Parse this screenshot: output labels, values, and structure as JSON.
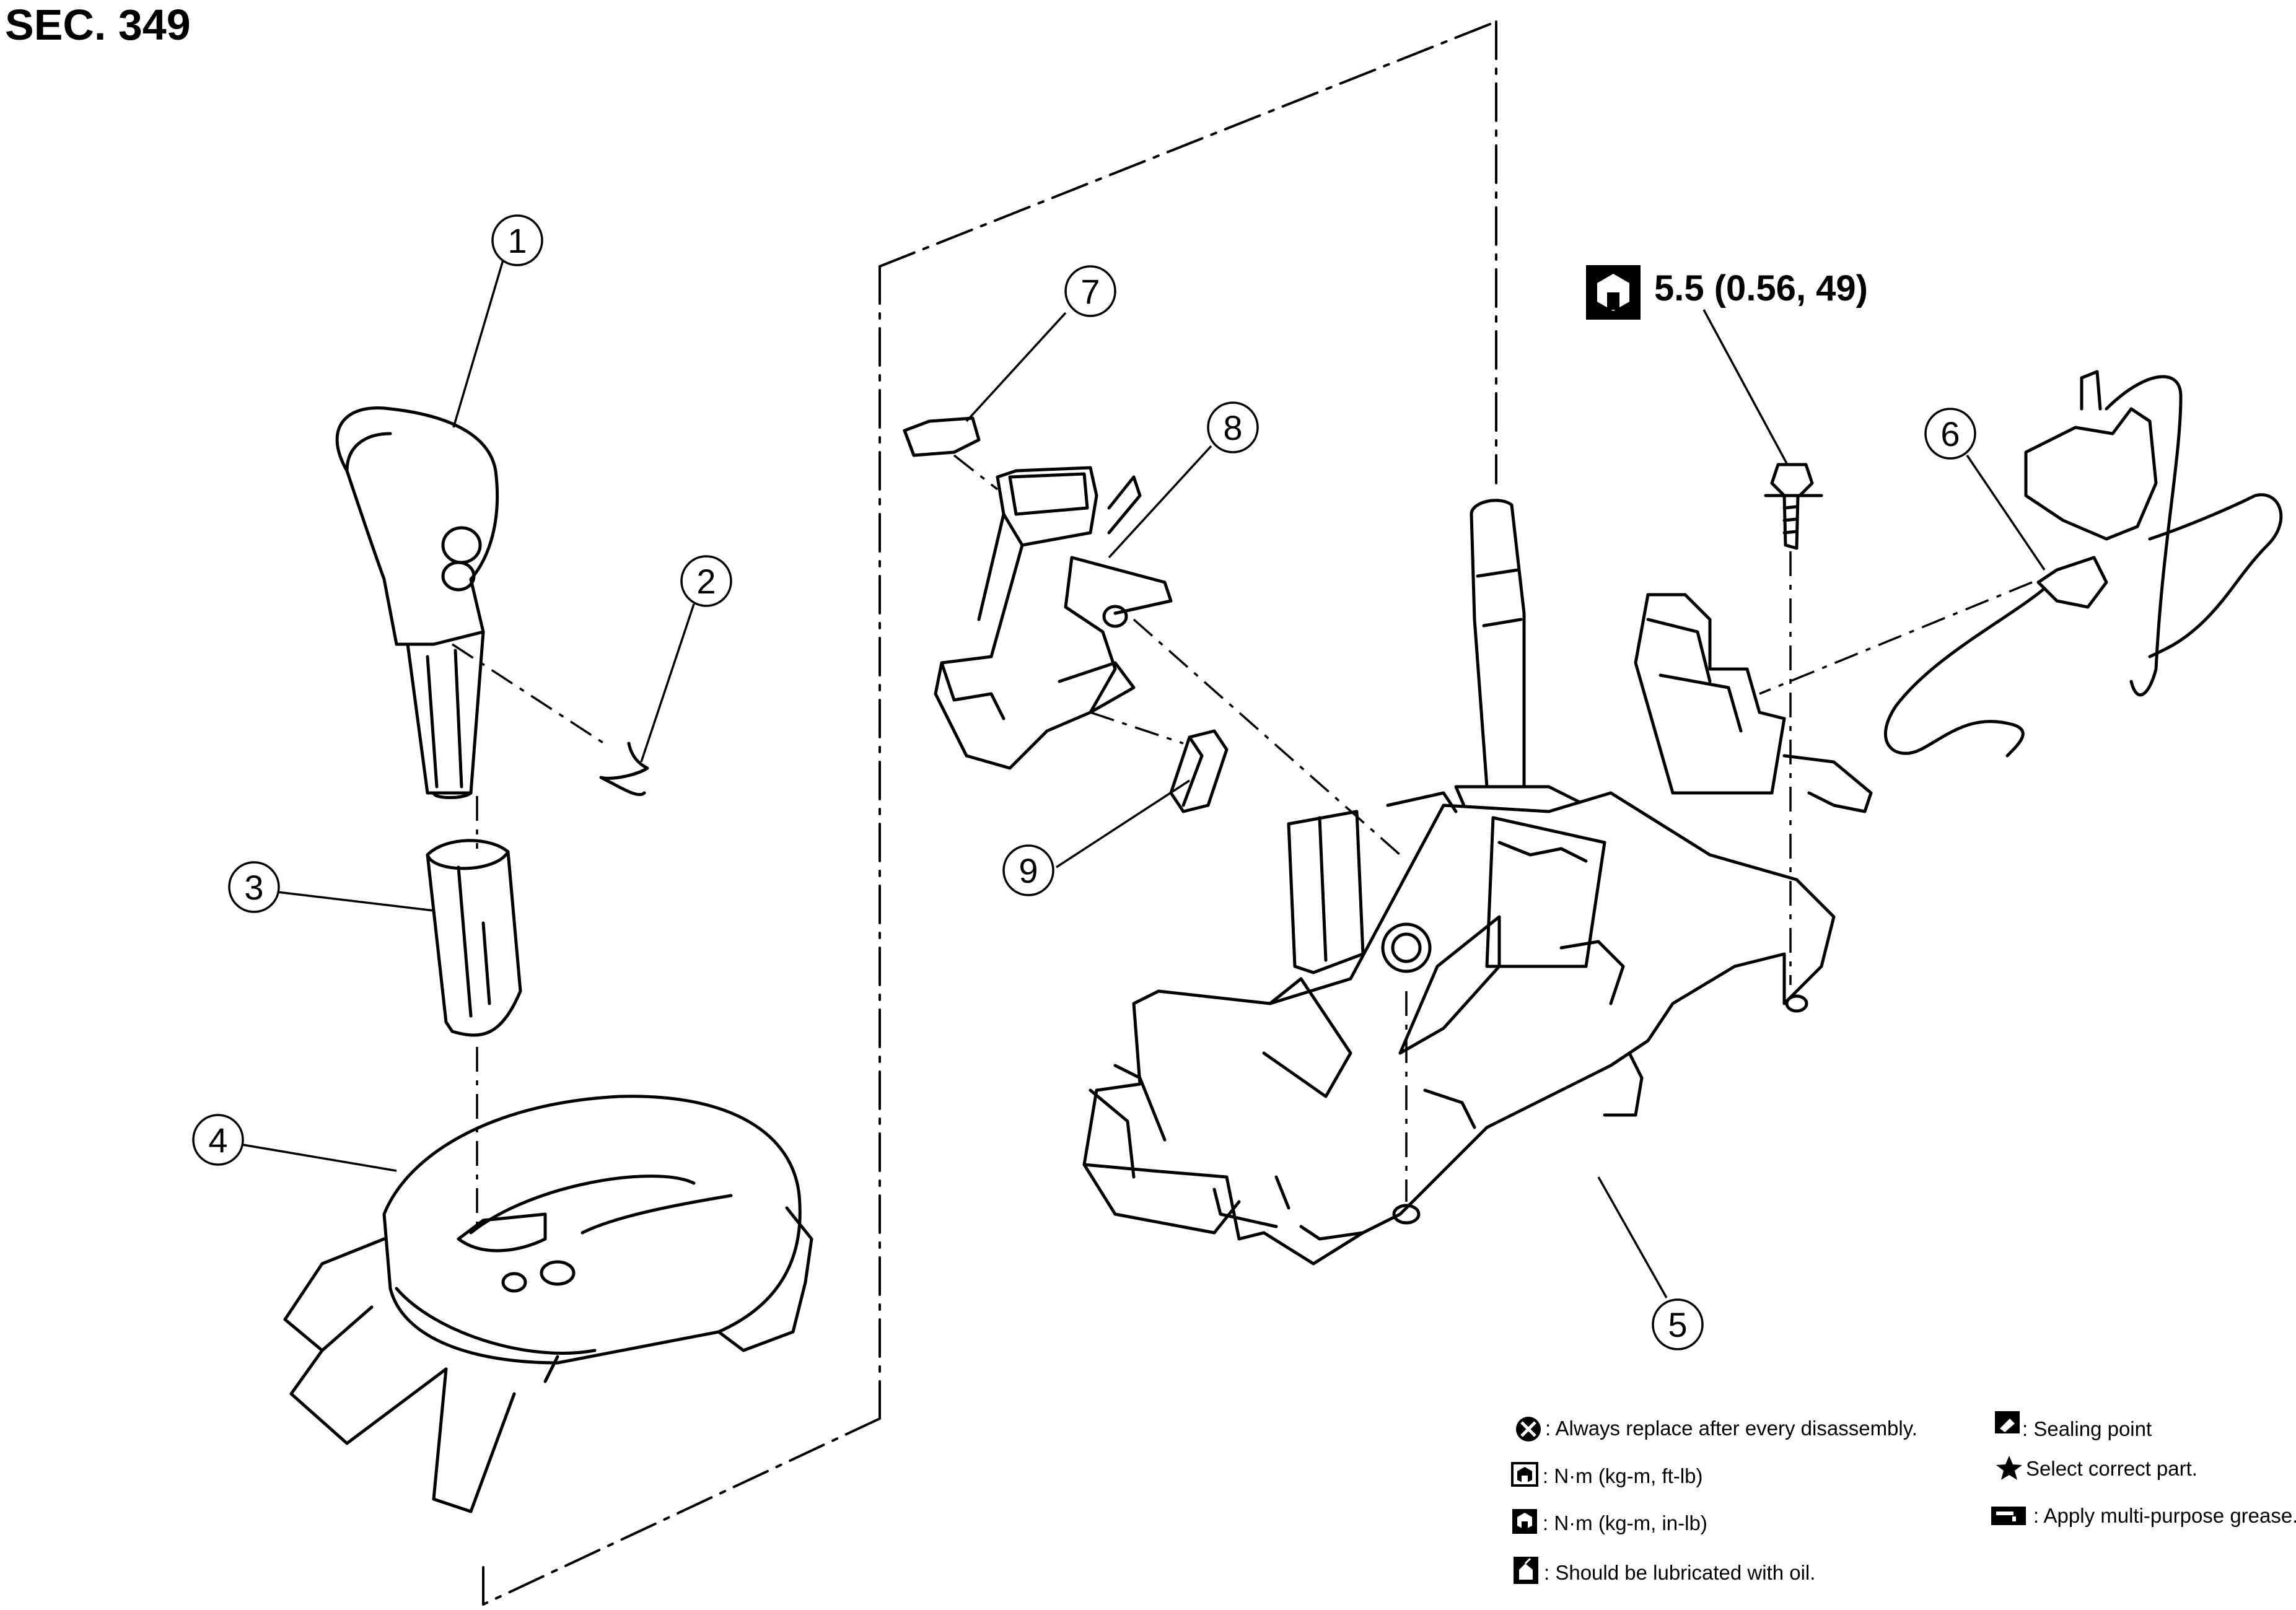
{
  "section_label": "SEC. 349",
  "torque_spec": "5.5 (0.56, 49)",
  "callouts": [
    {
      "id": "1",
      "part": "1"
    },
    {
      "id": "2",
      "part": "2"
    },
    {
      "id": "3",
      "part": "3"
    },
    {
      "id": "4",
      "part": "4"
    },
    {
      "id": "5",
      "part": "5"
    },
    {
      "id": "6",
      "part": "6"
    },
    {
      "id": "7",
      "part": "7"
    },
    {
      "id": "8",
      "part": "8"
    },
    {
      "id": "9",
      "part": "9"
    }
  ],
  "legend": {
    "replace": ": Always replace after every disassembly.",
    "torque_ftlb": ": N·m (kg-m, ft-lb)",
    "torque_inlb": ": N·m (kg-m, in-lb)",
    "oil": ": Should be lubricated with oil.",
    "sealing": ": Sealing point",
    "select_part": "Select correct part.",
    "grease": ": Apply multi-purpose grease."
  },
  "icons": [
    "always-replace-icon",
    "torque-ftlb-icon",
    "torque-inlb-icon",
    "oil-can-icon",
    "sealing-point-icon",
    "star-icon",
    "grease-icon"
  ]
}
